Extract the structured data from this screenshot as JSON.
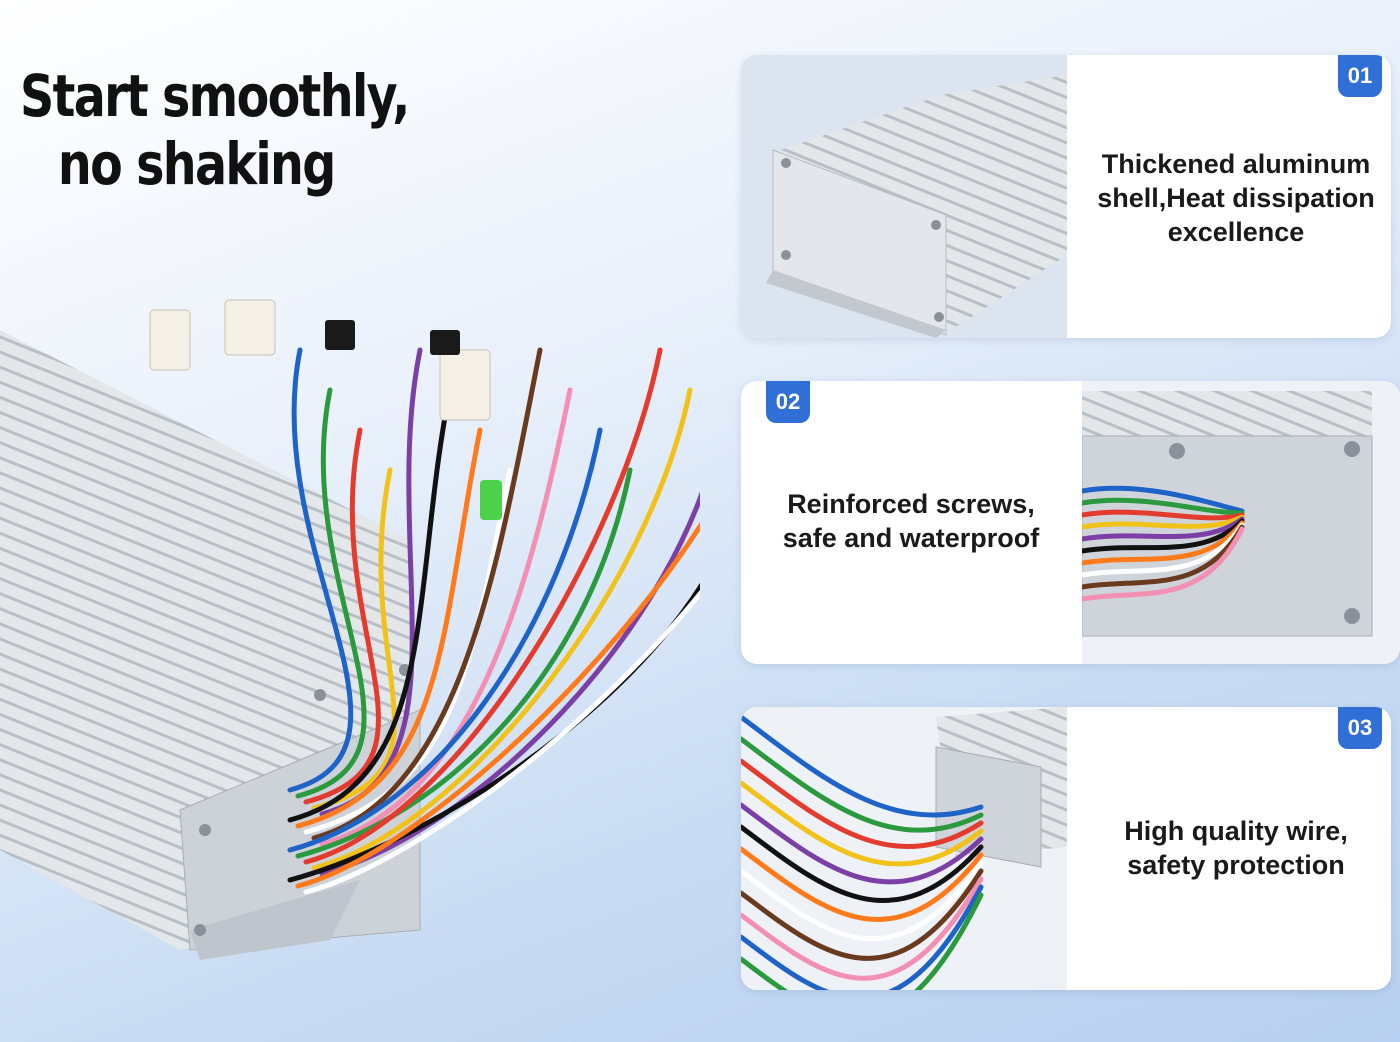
{
  "headline": {
    "line1": "Start smoothly,",
    "line2": "no shaking"
  },
  "features": [
    {
      "number": "01",
      "text_line1": "Thickened aluminum",
      "text_line2": "shell,Heat dissipation",
      "text_line3": "excellence"
    },
    {
      "number": "02",
      "text_line1": "Reinforced screws,",
      "text_line2": "safe and waterproof"
    },
    {
      "number": "03",
      "text_line1": "High quality wire,",
      "text_line2": "safety protection"
    }
  ],
  "colors": {
    "badge": "#2f6fd6",
    "aluminum": "#d9dde2",
    "background_top": "#ffffff",
    "background_bottom": "#b7cff0"
  },
  "wire_colors": [
    "#1e63c8",
    "#2b9a3e",
    "#e33b2e",
    "#f2c21b",
    "#7b3fa6",
    "#111111",
    "#ff7a1a",
    "#ffffff",
    "#6a3a1f",
    "#f28fb3"
  ]
}
